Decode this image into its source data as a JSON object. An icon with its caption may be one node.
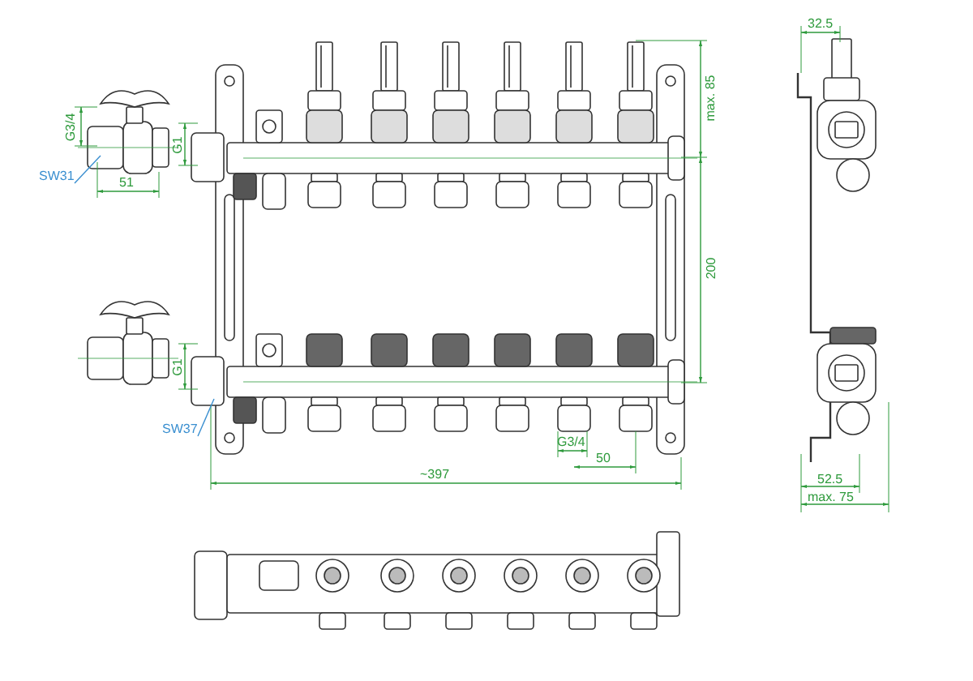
{
  "diagram": {
    "nodes": [
      {
        "text": [
          "SW31"
        ]
      },
      {
        "text": [
          "SW37"
        ]
      }
    ],
    "edges": [
      {
        "from": 0,
        "to": null,
        "arrow": "none"
      },
      {
        "from": 1,
        "to": null,
        "arrow": "none"
      }
    ],
    "labels": [
      "G3/4",
      "51",
      "G1",
      "G1",
      "max. 85",
      "200",
      "~397",
      "G3/4",
      "50",
      "32.5",
      "52.5",
      "max. 75"
    ]
  }
}
